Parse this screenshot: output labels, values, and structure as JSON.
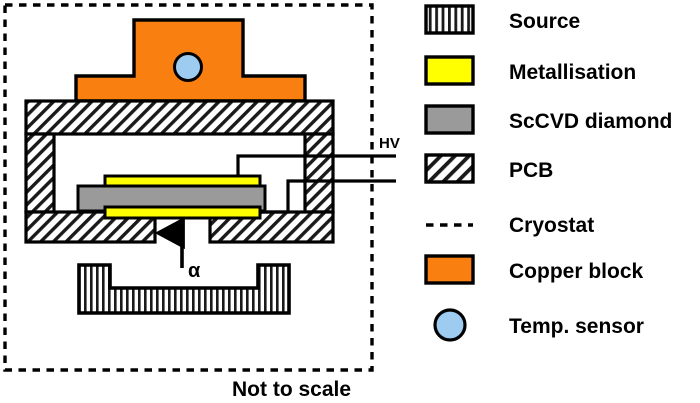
{
  "figure": {
    "caption": "Not to scale",
    "alpha_label": "α",
    "hv_label": "HV"
  },
  "colors": {
    "copper": "#f98010",
    "metallisation": "#ffff00",
    "diamond": "#9a9a9a",
    "sensor": "#9ecbf0",
    "outline": "#000000",
    "background": "#ffffff"
  },
  "legend": {
    "items": [
      {
        "label": "Source",
        "swatch": "vertical-hatch-swatch",
        "fill": "#ffffff"
      },
      {
        "label": "Metallisation",
        "swatch": "solid-swatch",
        "fill": "#ffff00"
      },
      {
        "label": "ScCVD diamond",
        "swatch": "solid-swatch",
        "fill": "#9a9a9a"
      },
      {
        "label": "PCB",
        "swatch": "diagonal-hatch-swatch",
        "fill": "#ffffff"
      },
      {
        "label": "Cryostat",
        "swatch": "dashed-line-swatch",
        "fill": "none"
      },
      {
        "label": "Copper block",
        "swatch": "solid-swatch",
        "fill": "#f98010"
      },
      {
        "label": "Temp. sensor",
        "swatch": "circle-swatch",
        "fill": "#9ecbf0"
      }
    ]
  },
  "components": {
    "cryostat": "Cryostat boundary",
    "copper_block": "Copper block",
    "temp_sensor": "Temp. sensor",
    "pcb": "PCB",
    "diamond": "ScCVD diamond",
    "metallisation_top": "Metallisation",
    "metallisation_bottom": "Metallisation",
    "source": "Source",
    "hv_wire_top": "HV wire top",
    "hv_wire_bottom": "HV wire bottom",
    "alpha_arrow": "Alpha particle direction"
  }
}
